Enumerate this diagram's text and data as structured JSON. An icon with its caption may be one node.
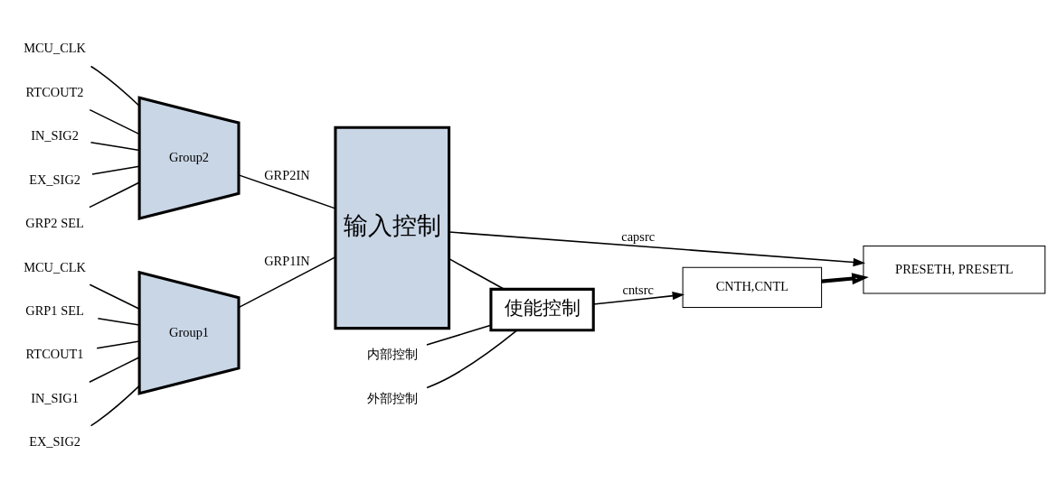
{
  "diagram": {
    "nodes": [
      {
        "text": [
          "MCU_CLK"
        ]
      },
      {
        "text": [
          "RTCOUT1"
        ]
      },
      {
        "text": [
          "IN_SIG1"
        ]
      },
      {
        "text": [
          "EX_SIG2"
        ]
      },
      {
        "text": [
          "Group1"
        ]
      },
      {
        "text": [
          "GRP1 SEL"
        ]
      },
      {
        "text": [
          "MCU_CLK"
        ]
      },
      {
        "text": [
          "RTCOUT2"
        ]
      },
      {
        "text": [
          "IN_SIG2"
        ]
      },
      {
        "text": [
          "EX_SIG2"
        ]
      },
      {
        "text": [
          "Group2"
        ]
      },
      {
        "text": [
          "GRP2 SEL"
        ]
      },
      {
        "text": [
          "输入控制"
        ]
      },
      {
        "text": [
          "使能控制"
        ]
      },
      {
        "text": [
          "PRESETH, PRESETL"
        ]
      },
      {
        "text": [
          "CNTH,CNTL"
        ]
      },
      {
        "text": [
          "外部控制"
        ]
      },
      {
        "text": [
          "内部控制"
        ]
      }
    ],
    "edges": [
      {
        "from": 0,
        "to": 4,
        "arrow": "none"
      },
      {
        "from": 1,
        "to": 4,
        "arrow": "none"
      },
      {
        "from": 2,
        "to": 4,
        "arrow": "none"
      },
      {
        "from": 3,
        "to": 4,
        "arrow": "none"
      },
      {
        "from": 5,
        "to": 4,
        "arrow": "none"
      },
      {
        "from": 6,
        "to": 10,
        "arrow": "none"
      },
      {
        "from": 7,
        "to": 10,
        "arrow": "none"
      },
      {
        "from": 8,
        "to": 10,
        "arrow": "none"
      },
      {
        "from": 9,
        "to": 10,
        "arrow": "none"
      },
      {
        "from": 11,
        "to": 10,
        "arrow": "none"
      },
      {
        "from": 4,
        "to": 12,
        "arrow": "none",
        "label": "GRP1IN"
      },
      {
        "from": 10,
        "to": 12,
        "arrow": "none",
        "label": "GRP2IN"
      },
      {
        "from": 12,
        "to": 14,
        "arrow": "to",
        "label": "capsrc"
      },
      {
        "from": 12,
        "to": 13,
        "arrow": "none"
      },
      {
        "from": 13,
        "to": 15,
        "arrow": "to",
        "label": "cntsrc"
      },
      {
        "from": 15,
        "to": 14,
        "arrow": "to",
        "style": "thick"
      },
      {
        "from": 16,
        "to": 13,
        "arrow": "none"
      },
      {
        "from": 17,
        "to": 13,
        "arrow": "none"
      }
    ]
  }
}
